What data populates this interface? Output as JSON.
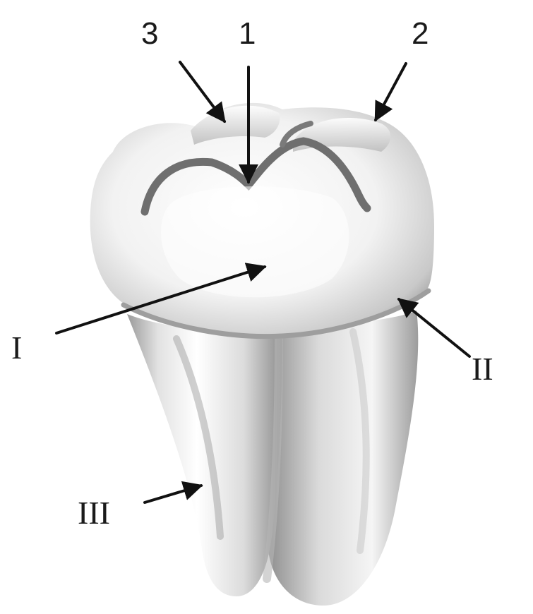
{
  "labels": {
    "top_1": "1",
    "top_2": "2",
    "top_3": "3",
    "roman_I": "I",
    "roman_II": "II",
    "roman_III": "III"
  },
  "colors": {
    "background": "#ffffff",
    "tooth_light": "#fbfbfb",
    "tooth_mid": "#d8d8d8",
    "tooth_shadow": "#8e8e8e",
    "arrow": "#111111"
  }
}
